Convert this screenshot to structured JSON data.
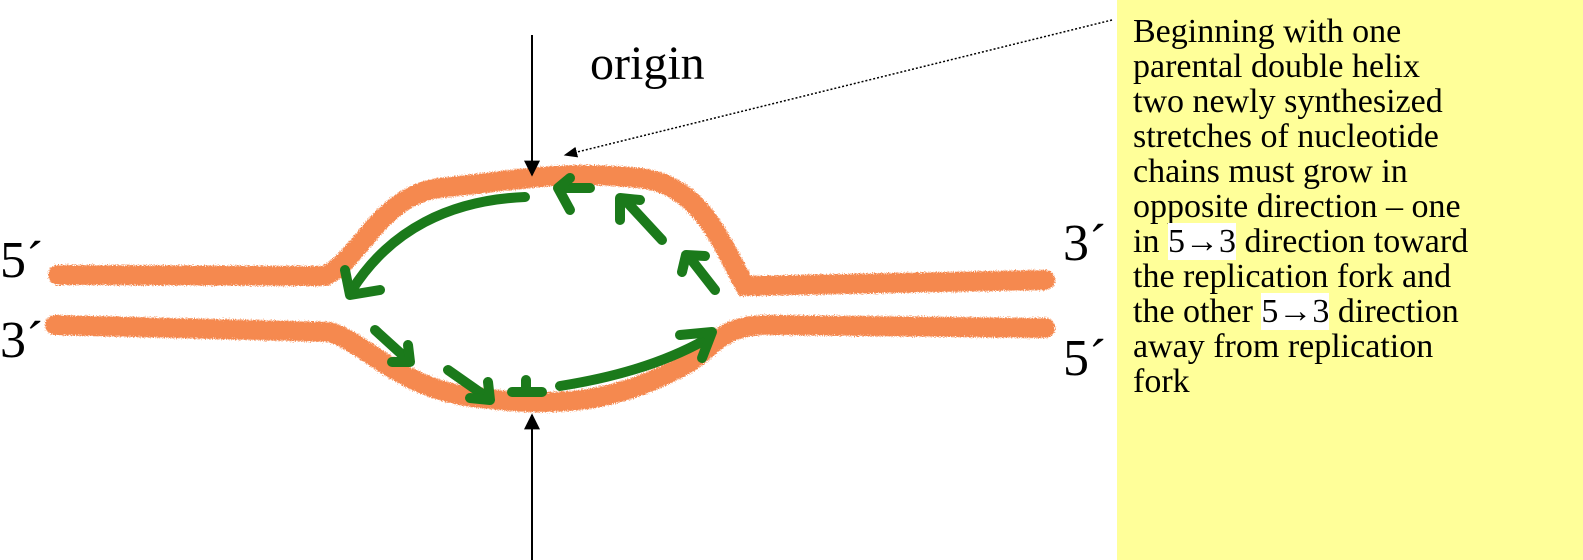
{
  "labels": {
    "origin": "origin",
    "left_top": "5´",
    "right_top": "3´",
    "left_bottom": "3´",
    "right_bottom": "5´"
  },
  "callout": {
    "lines": [
      "Beginning with one",
      "parental double helix",
      "two newly synthesized",
      "stretches of nucleotide",
      "chains must grow in",
      "opposite direction – one"
    ],
    "line7": {
      "pre": "in ",
      "hl": "5→3",
      "post": " direction toward"
    },
    "line8": "the replication fork and",
    "line9": {
      "pre": "the other ",
      "hl": "5→3",
      "post": " direction"
    },
    "line10": "away  from replication",
    "line11": "fork"
  },
  "colors": {
    "parental_strand": "#f5894f",
    "new_strand": "#1b7a1b",
    "callout_background": "#ffff99"
  }
}
